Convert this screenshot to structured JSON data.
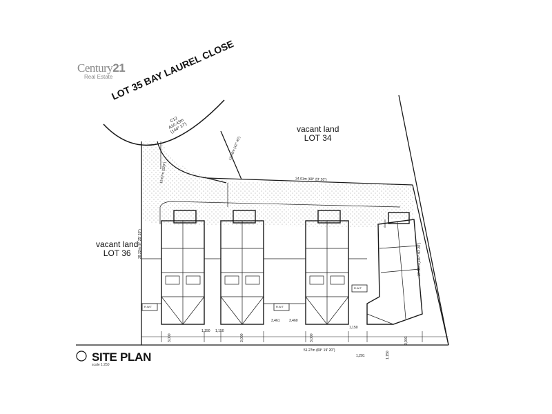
{
  "logo": {
    "brand_word": "Century",
    "brand_number": "21",
    "tagline": "Real Estate"
  },
  "road_label": "LOT 35 BAY LAUREL CLOSE",
  "curve_label": {
    "line1": "C12",
    "line2": "A10.43m",
    "line3": "(144° 17')"
  },
  "lot34": {
    "line1": "vacant land",
    "line2": "LOT 34"
  },
  "lot36": {
    "line1": "vacant land",
    "line2": "LOT 36"
  },
  "dimensions": {
    "north_boundary": "24.01m (69° 23' 20\")",
    "south_boundary": "51.27m (69° 19' 20\")",
    "east_boundary": "37.55m (160° 40' 20\")",
    "west_boundary": "28.22m (0° 25' 20\")",
    "diag_boundary": "12.18m (42° 45')",
    "left_splay": "19.67m (229°)"
  },
  "setbacks": [
    "3,000",
    "1,150",
    "1,150",
    "3,000",
    "3,461",
    "3,460",
    "3,000",
    "1,150",
    "1,201",
    "1,150",
    "3,901"
  ],
  "rwt_label": "R.W.T",
  "title": "SITE PLAN",
  "scale": "scale 1:250",
  "colors": {
    "line": "#1a1a1a",
    "stipple": "#9a9a9a",
    "logo": "#8a8a8a"
  },
  "icons": [
    "north-arrow-icon"
  ]
}
